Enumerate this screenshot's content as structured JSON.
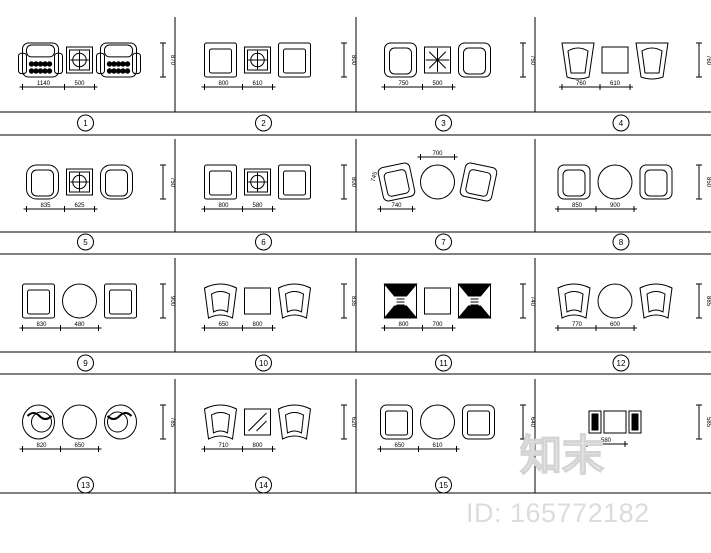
{
  "sheet": {
    "title": "",
    "line_color": "#000000",
    "background": "#ffffff"
  },
  "rows": [
    {
      "cells": [
        {
          "number": "1",
          "dims": [
            "1140",
            "500"
          ],
          "side_dim": "870",
          "chair": "ornate-armchair",
          "table": "square-medallion"
        },
        {
          "number": "2",
          "dims": [
            "800",
            "610"
          ],
          "side_dim": "800",
          "chair": "block-armchair",
          "table": "square-rosette"
        },
        {
          "number": "3",
          "dims": [
            "750",
            "500"
          ],
          "side_dim": "750",
          "chair": "round-armchair",
          "table": "square-star"
        },
        {
          "number": "4",
          "dims": [
            "760",
            "610"
          ],
          "side_dim": "760",
          "chair": "tapered-armchair",
          "table": "square-plain"
        }
      ]
    },
    {
      "cells": [
        {
          "number": "5",
          "dims": [
            "835",
            "625"
          ],
          "side_dim": "750",
          "chair": "tub-chair",
          "table": "square-target"
        },
        {
          "number": "6",
          "dims": [
            "800",
            "580"
          ],
          "side_dim": "800",
          "chair": "cushion-armchair",
          "table": "square-target"
        },
        {
          "number": "7",
          "dims": [
            "700",
            "745",
            "740"
          ],
          "side_dim": "",
          "chair": "angled-armchair",
          "table": "round"
        },
        {
          "number": "8",
          "dims": [
            "850",
            "900"
          ],
          "side_dim": "850",
          "chair": "club-chair",
          "table": "round"
        }
      ]
    },
    {
      "cells": [
        {
          "number": "9",
          "dims": [
            "830",
            "480"
          ],
          "side_dim": "900",
          "chair": "square-armchair",
          "table": "round"
        },
        {
          "number": "10",
          "dims": [
            "650",
            "800"
          ],
          "side_dim": "835",
          "chair": "flared-chair",
          "table": "square-plain"
        },
        {
          "number": "11",
          "dims": [
            "800",
            "700"
          ],
          "side_dim": "740",
          "chair": "hatched-chair",
          "table": "square-plain"
        },
        {
          "number": "12",
          "dims": [
            "770",
            "600"
          ],
          "side_dim": "885",
          "chair": "shell-chair",
          "table": "round"
        }
      ]
    },
    {
      "cells": [
        {
          "number": "13",
          "dims": [
            "820",
            "650"
          ],
          "side_dim": "785",
          "chair": "carved-round-chair",
          "table": "round"
        },
        {
          "number": "14",
          "dims": [
            "710",
            "800"
          ],
          "side_dim": "620",
          "chair": "bucket-chair",
          "table": "square-diagonal"
        },
        {
          "number": "15",
          "dims": [
            "650",
            "610"
          ],
          "side_dim": "640",
          "chair": "pillow-chair",
          "table": "round"
        },
        {
          "number": "",
          "dims": [
            "580"
          ],
          "side_dim": "585",
          "chair": "mini-set",
          "table": "square-plain"
        }
      ]
    }
  ],
  "watermark": {
    "brand": "知末",
    "id_text": "ID: 165772182"
  }
}
